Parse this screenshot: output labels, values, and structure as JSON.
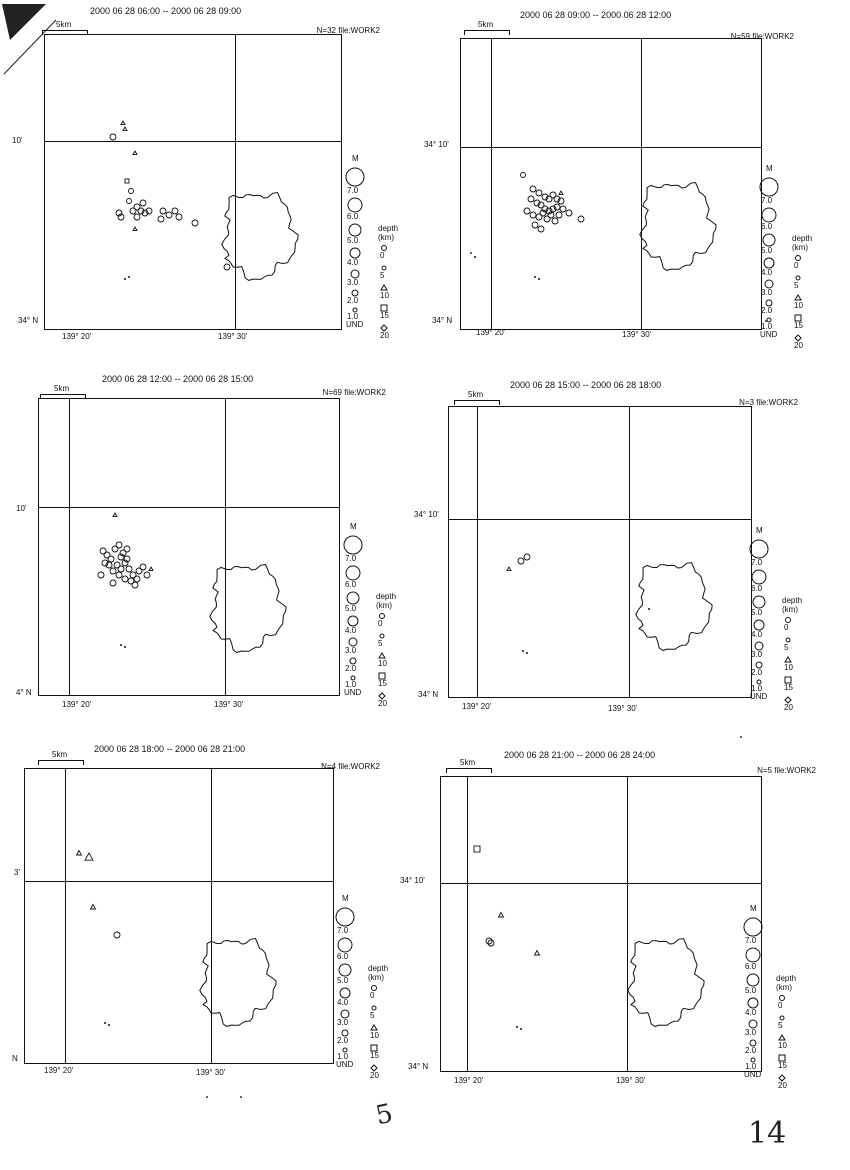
{
  "page_number": "5",
  "sheet_number": "14",
  "legend": {
    "magnitude_header": "M",
    "magnitudes": [
      "7.0",
      "6.0",
      "5.0",
      "4.0",
      "3.0",
      "2.0",
      "1.0"
    ],
    "depth_header": "depth",
    "depth_unit": "(km)",
    "depths": [
      "0",
      "5",
      "10",
      "15",
      "20"
    ],
    "undetermined": "UND"
  },
  "panels": [
    {
      "title": "2000 06 28 06:00 -- 2000 06 28 09:00",
      "count": "N=32 file:WORK2",
      "scale": "5km",
      "lat_top": "10'",
      "lat_bottom": "34° N",
      "lon_left": "139° 20'",
      "lon_right": "139° 30'"
    },
    {
      "title": "2000 06 28 09:00 -- 2000 06 28 12:00",
      "count": "N=59 file:WORK2",
      "scale": "5km",
      "lat_top": "34° 10'",
      "lat_bottom": "34° N",
      "lon_left": "139° 20'",
      "lon_right": "139° 30'"
    },
    {
      "title": "2000 06 28 12:00 -- 2000 06 28 15:00",
      "count": "N=69 file:WORK2",
      "scale": "5km",
      "lat_top": "10'",
      "lat_bottom": "4° N",
      "lon_left": "139° 20'",
      "lon_right": "139° 30'"
    },
    {
      "title": "2000 06 28 15:00 -- 2000 06 28 18:00",
      "count": "N=3 file:WORK2",
      "scale": "5km",
      "lat_top": "34° 10'",
      "lat_bottom": "34° N",
      "lon_left": "139° 20'",
      "lon_right": "139° 30'"
    },
    {
      "title": "2000 06 28 18:00 -- 2000 06 28 21:00",
      "count": "N=4 file:WORK2",
      "scale": "5km",
      "lat_top": "3'",
      "lat_bottom": "N",
      "lon_left": "139° 20'",
      "lon_right": "139° 30'"
    },
    {
      "title": "2000 06 28 21:00 -- 2000 06 28 24:00",
      "count": "N=5 file:WORK2",
      "scale": "5km",
      "lat_top": "34° 10'",
      "lat_bottom": "34° N",
      "lon_left": "139° 20'",
      "lon_right": "139° 30'"
    }
  ]
}
